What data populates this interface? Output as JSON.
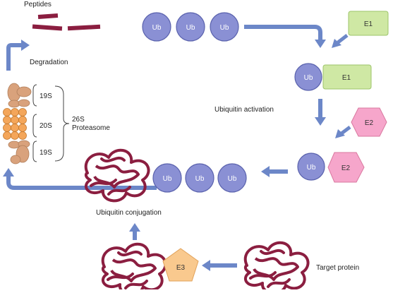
{
  "labels": {
    "peptides": "Peptides",
    "degradation": "Degradation",
    "ubiquitin_activation": "Ubiquitin activation",
    "ubiquitin_conjugation": "Ubiquitin conjugation",
    "target_protein": "Target protein",
    "s19_top": "19S",
    "s20": "20S",
    "s19_bottom": "19S",
    "proteasome_line1": "26S",
    "proteasome_line2": "Proteasome"
  },
  "molecules": {
    "ub": "Ub",
    "e1": "E1",
    "e2": "E2",
    "e3": "E3"
  },
  "colors": {
    "ub_fill": "#8a90d4",
    "ub_stroke": "#5a62ad",
    "e1_fill": "#cfe8a4",
    "e1_stroke": "#9cc46a",
    "e2_fill": "#f6a6cb",
    "e2_stroke": "#d9789f",
    "e3_fill": "#f9c98e",
    "e3_stroke": "#e1a25a",
    "arrow": "#6c87c8",
    "protein": "#8b1e40",
    "peptide": "#8b1e40",
    "proteasome_cap": "#d9a27c",
    "proteasome_core": "#f4a65a"
  }
}
